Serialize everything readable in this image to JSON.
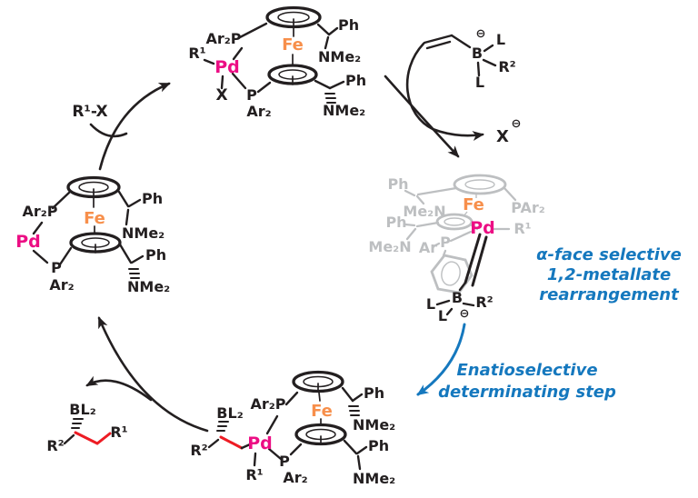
{
  "palette": {
    "black": "#231f20",
    "gray_ghost": "#bdbfc1",
    "fe_orange": "#f78f4b",
    "pd_magenta": "#ec0e84",
    "bond_red": "#ed1c24",
    "annotation_blue": "#1578be",
    "background": "#ffffff"
  },
  "complexes": {
    "top": {
      "r1": "R¹",
      "pd": "Pd",
      "x": "X",
      "ar2p": "Ar₂P",
      "p": "P",
      "ar2": "Ar₂",
      "fe": "Fe",
      "ph_upper": "Ph",
      "nme2_upper": "NMe₂",
      "ph_lower": "Ph",
      "nme2_lower": "NMe₂"
    },
    "left": {
      "ar2p": "Ar₂P",
      "pd": "Pd",
      "p": "P",
      "ar2": "Ar₂",
      "fe": "Fe",
      "ph_upper": "Ph",
      "nme2_upper": "NMe₂",
      "ph_lower": "Ph",
      "nme2_lower": "NMe₂"
    },
    "bottom": {
      "bl2": "BL₂",
      "r2": "R²",
      "pd": "Pd",
      "r1": "R¹",
      "ar2p": "Ar₂P",
      "p": "P",
      "ar2": "Ar₂",
      "fe": "Fe",
      "ph_upper": "Ph",
      "nme2_upper": "NMe₂",
      "ph_lower": "Ph",
      "nme2_lower": "NMe₂"
    },
    "gray_pi": {
      "ph_upper": "Ph",
      "me2n_upper": "Me₂N",
      "fe": "Fe",
      "par2": "PAr₂",
      "pd": "Pd",
      "r1": "R¹",
      "ph_lower": "Ph",
      "me2n_lower": "Me₂N",
      "ar": "Ar",
      "p": "P",
      "l1": "L",
      "b": "B",
      "r2": "R²",
      "l2": "L",
      "minus": "⊖"
    }
  },
  "reagents": {
    "alkyl_halide": "R¹-X",
    "halide_x": "X",
    "halide_minus": "⊖",
    "borate": {
      "minus": "⊖",
      "l_top": "L",
      "b": "B",
      "r2": "R²",
      "l_bottom": "L"
    },
    "product": {
      "bl2": "BL₂",
      "r2": "R²",
      "r1": "R¹"
    }
  },
  "annotations": {
    "metallate": [
      "α-face selective",
      "1,2-metallate",
      "rearrangement"
    ],
    "enantio": [
      "Enatioselective",
      "determinating step"
    ]
  }
}
